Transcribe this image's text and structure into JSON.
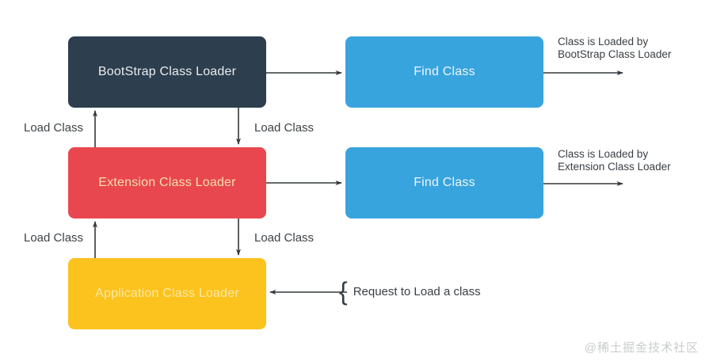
{
  "diagram": {
    "background": "#ffffff",
    "arrow_color": "#33383c",
    "nodes": {
      "bootstrap": {
        "label": "BootStrap Class Loader",
        "fill": "#2d3e4e",
        "text_color": "#e9edf0"
      },
      "find_class_top": {
        "label": "Find Class",
        "fill": "#38a4dd",
        "text_color": "#ecf5fb"
      },
      "extension": {
        "label": "Extension Class Loader",
        "fill": "#e9474f",
        "text_color": "#f6dfae"
      },
      "find_class_middle": {
        "label": "Find Class",
        "fill": "#38a4dd",
        "text_color": "#ecf5fb"
      },
      "application": {
        "label": "Application Class Loader",
        "fill": "#fcc21d",
        "text_color": "#fce9a8"
      }
    },
    "labels": {
      "load_class_top_left": "Load Class",
      "load_class_top_right": "Load Class",
      "load_class_bottom_left": "Load Class",
      "load_class_bottom_right": "Load Class",
      "request_brace": "{",
      "request_text": "Request to Load a class"
    },
    "annotations": {
      "bootstrap_result": {
        "line1": "Class is Loaded by",
        "line2": "BootStrap Class Loader"
      },
      "extension_result": {
        "line1": "Class is Loaded by",
        "line2": "Extension Class Loader"
      }
    },
    "watermark": "@稀土掘金技术社区"
  }
}
